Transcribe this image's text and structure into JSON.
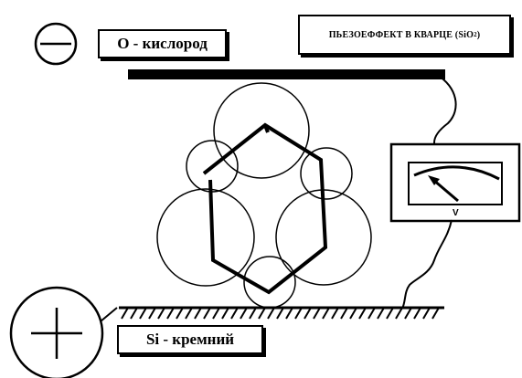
{
  "title": {
    "text": "ПЬЕЗОЕФФЕКТ В КВАРЦЕ (SiO",
    "subscript": "2",
    "close": ")"
  },
  "legend": {
    "oxygen_label": "O - кислород",
    "silicon_label": "Si - кремний"
  },
  "meter": {
    "unit_letter": "V"
  },
  "colors": {
    "ink": "#000000",
    "paper": "#ffffff"
  }
}
